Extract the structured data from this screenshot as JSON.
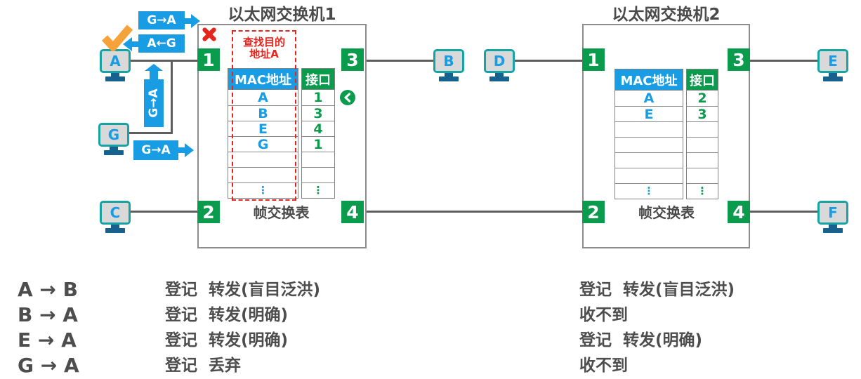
{
  "palette": {
    "blue": "#189DE4",
    "green": "#0A9B4D",
    "red": "#E5261F",
    "orange": "#F6A23B",
    "teal": "#17A3A3",
    "navy": "#16618E",
    "gray": "#4D4D4D"
  },
  "switches": [
    {
      "title": "以太网交换机1",
      "caption": "帧交换表",
      "lookup": {
        "line1": "查找目的",
        "line2": "地址A"
      },
      "headers": {
        "mac": "MAC地址",
        "port": "接口"
      },
      "rows": [
        {
          "mac": "A",
          "port": "1"
        },
        {
          "mac": "B",
          "port": "3"
        },
        {
          "mac": "E",
          "port": "4"
        },
        {
          "mac": "G",
          "port": "1"
        },
        {
          "mac": "",
          "port": ""
        },
        {
          "mac": "",
          "port": ""
        },
        {
          "mac": "⋮",
          "port": "⋮",
          "dots": true
        }
      ],
      "ports": {
        "p1": "1",
        "p2": "2",
        "p3": "3",
        "p4": "4"
      }
    },
    {
      "title": "以太网交换机2",
      "caption": "帧交换表",
      "headers": {
        "mac": "MAC地址",
        "port": "接口"
      },
      "rows": [
        {
          "mac": "A",
          "port": "2"
        },
        {
          "mac": "E",
          "port": "3"
        },
        {
          "mac": "",
          "port": ""
        },
        {
          "mac": "",
          "port": ""
        },
        {
          "mac": "",
          "port": ""
        },
        {
          "mac": "",
          "port": ""
        },
        {
          "mac": "⋮",
          "port": "⋮",
          "dots": true
        }
      ],
      "ports": {
        "p1": "1",
        "p2": "2",
        "p3": "3",
        "p4": "4"
      }
    }
  ],
  "hosts": [
    {
      "id": "A"
    },
    {
      "id": "G"
    },
    {
      "id": "C"
    },
    {
      "id": "B"
    },
    {
      "id": "D"
    },
    {
      "id": "E"
    },
    {
      "id": "F"
    }
  ],
  "messages": {
    "top": "G→A",
    "reply": "A←G",
    "vertical": "G→A",
    "bottom": "G→A"
  },
  "events": {
    "rows": [
      {
        "flow": "A → B",
        "sw1": "登记  转发(盲目泛洪)",
        "sw2": "登记  转发(盲目泛洪)"
      },
      {
        "flow": "B → A",
        "sw1": "登记  转发(明确)",
        "sw2": "收不到"
      },
      {
        "flow": "E → A",
        "sw1": "登记  转发(明确)",
        "sw2": "登记  转发(明确)"
      },
      {
        "flow": "G → A",
        "sw1": "登记  丢弃",
        "sw2": "收不到"
      }
    ]
  }
}
